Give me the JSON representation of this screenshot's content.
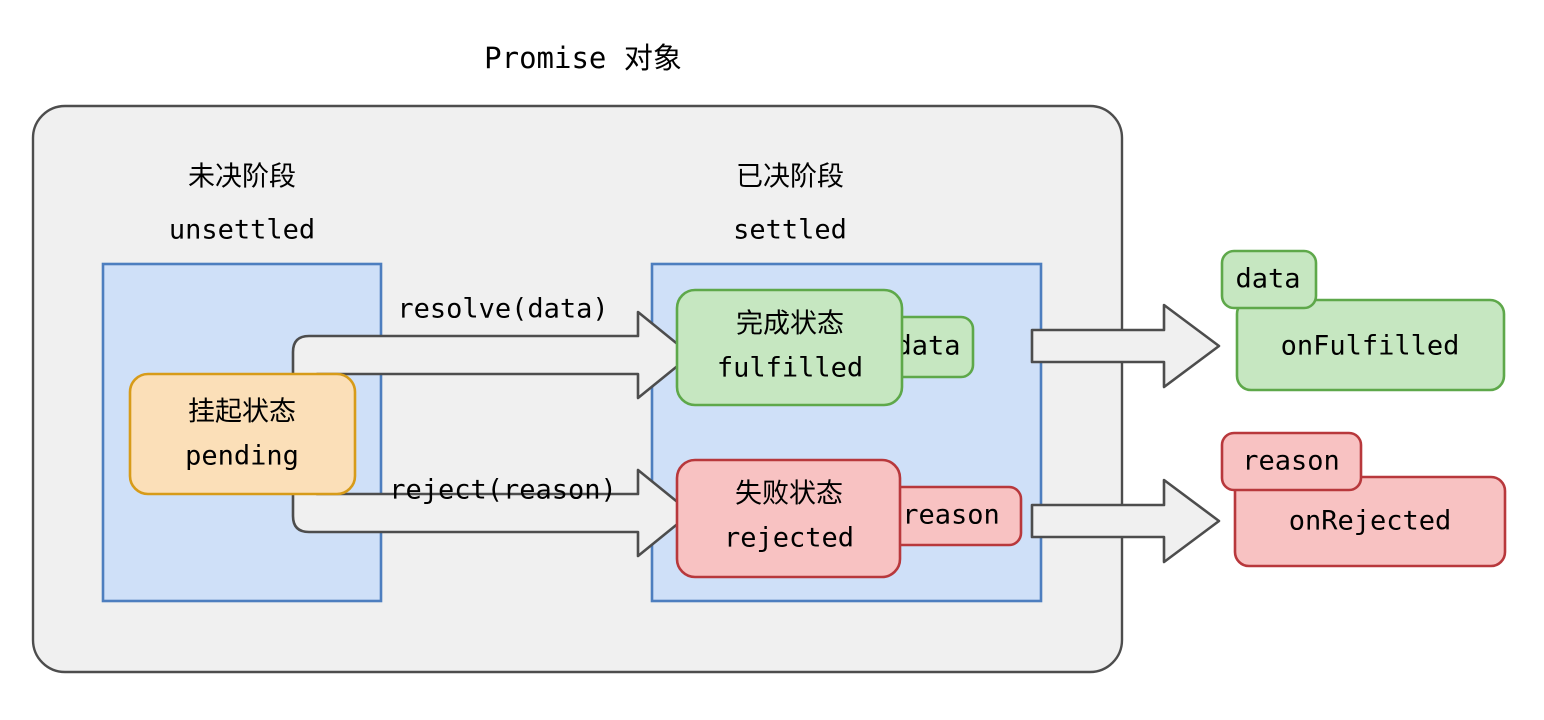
{
  "diagram": {
    "title": "Promise 对象",
    "phases": [
      {
        "id": "unsettled",
        "label_cn": "未决阶段",
        "label_en": "unsettled"
      },
      {
        "id": "settled",
        "label_cn": "已决阶段",
        "label_en": "settled"
      }
    ],
    "states": [
      {
        "id": "pending",
        "label_cn": "挂起状态",
        "label_en": "pending",
        "color": "#fbdfb8",
        "border": "#d79b19"
      },
      {
        "id": "fulfilled",
        "label_cn": "完成状态",
        "label_en": "fulfilled",
        "color": "#c6e7c1",
        "border": "#5ea84a",
        "badge": "data"
      },
      {
        "id": "rejected",
        "label_cn": "失败状态",
        "label_en": "rejected",
        "color": "#f8c2c2",
        "border": "#b8383c",
        "badge": "reason"
      }
    ],
    "transitions": [
      {
        "id": "resolve",
        "label": "resolve(data)",
        "from": "pending",
        "to": "fulfilled"
      },
      {
        "id": "reject",
        "label": "reject(reason)",
        "from": "pending",
        "to": "rejected"
      }
    ],
    "handlers": [
      {
        "id": "on-fulfilled",
        "label": "onFulfilled",
        "badge": "data",
        "color": "#c6e7c1",
        "border": "#5ea84a",
        "from": "fulfilled"
      },
      {
        "id": "on-rejected",
        "label": "onRejected",
        "badge": "reason",
        "color": "#f8c2c2",
        "border": "#b8383c",
        "from": "rejected"
      }
    ],
    "colors": {
      "canvas": "#ffffff",
      "container_fill": "#f0f0f0",
      "container_stroke": "#4d4d4d",
      "phase_fill": "#cfe0f8",
      "phase_stroke": "#4d7ebf",
      "arrow_fill": "#f0f0f0",
      "arrow_stroke": "#4d4d4d"
    }
  }
}
